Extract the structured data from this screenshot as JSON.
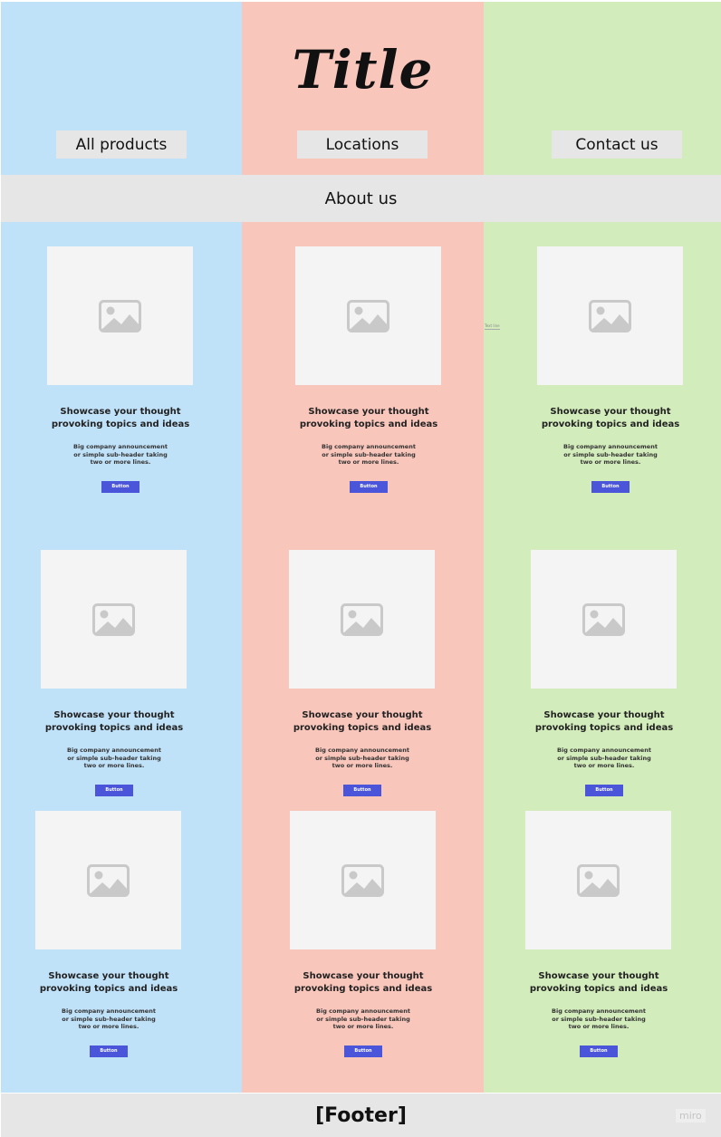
{
  "title": "Title",
  "nav": {
    "all_products": "All products",
    "locations": "Locations",
    "contact_us": "Contact us"
  },
  "about_us": "About us",
  "card": {
    "title": "Showcase your thought provoking topics and ideas",
    "subtitle": "Big company announcement or simple sub-header taking two or more lines.",
    "button": "Button"
  },
  "text_line": "Text line",
  "footer": "[Footer]",
  "watermark": "miro",
  "colors": {
    "column_left": "#c0e2f9",
    "column_middle": "#f9c6bb",
    "column_right": "#d3ecbb",
    "bar": "#e6e6e6",
    "button": "#4a55d9",
    "image_placeholder": "#f4f4f4"
  },
  "icons": {
    "image_placeholder": "image-placeholder-icon"
  }
}
